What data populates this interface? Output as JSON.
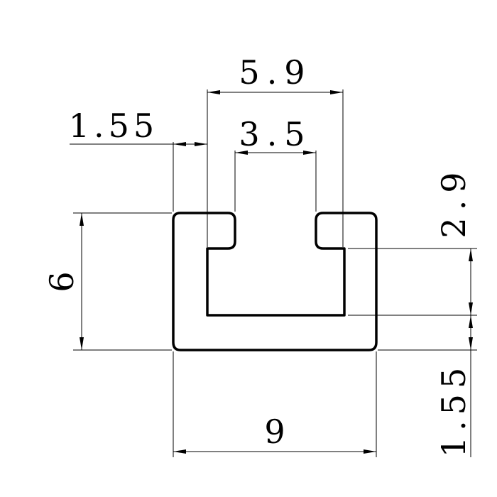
{
  "drawing": {
    "dimensions": {
      "top_width": "5.9",
      "wall_thickness_left": "1.55",
      "slot_opening": "3.5",
      "inner_height": "2.9",
      "overall_height": "6",
      "base_thickness": "1.55",
      "overall_width": "9"
    },
    "colors": {
      "ink": "#000000",
      "paper": "#ffffff"
    }
  }
}
